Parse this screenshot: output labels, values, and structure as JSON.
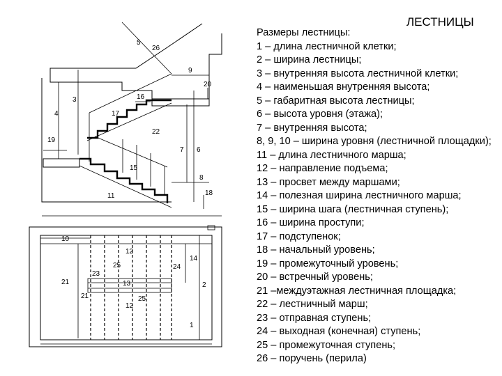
{
  "title": "ЛЕСТНИЦЫ",
  "legend": {
    "heading": "Размеры лестницы:",
    "items": [
      "1 – длина лестничной клетки;",
      "2 – ширина лестницы;",
      "3 – внутренняя высота лестничной клетки;",
      "4 – наименьшая внутренняя высота;",
      "5 – габаритная высота лестницы;",
      "6 – высота уровня (этажа);",
      "7 – внутренняя высота;",
      "8, 9, 10 – ширина уровня (лестничной площадки);",
      "11 – длина лестничного марша;",
      "12 – направление подъема;",
      "13 – просвет между маршами;",
      "14 – полезная ширина лестничного марша;",
      "15 – ширина шага (лестничная ступень);",
      "16 – ширина проступи;",
      "17 – подступенок;",
      "18 – начальный уровень;",
      "19 – промежуточный уровень;",
      "20 – встречный уровень;",
      "21 –междуэтажная лестничная площадка;",
      " 22 – лестничный марш;",
      "23 – отправная ступень;",
      "24 – выходная (конечная) ступень;",
      "25 – промежуточная ступень;",
      "26 – поручень (перила)"
    ]
  },
  "section_labels": {
    "l5": "5",
    "l26": "26",
    "l9": "9",
    "l20": "20",
    "l3": "3",
    "l4": "4",
    "l16": "16",
    "l17": "17",
    "l22": "22",
    "l7": "7",
    "l6": "6",
    "l19": "19",
    "l15": "15",
    "l11": "11",
    "l8": "8",
    "l18": "18"
  },
  "plan_labels": {
    "l10": "10",
    "l12a": "12",
    "l12b": "12",
    "l14": "14",
    "l25a": "25",
    "l25b": "25",
    "l24": "24",
    "l23": "23",
    "l13": "13",
    "l21a": "21",
    "l21b": "21",
    "l2": "2",
    "l1": "1"
  }
}
